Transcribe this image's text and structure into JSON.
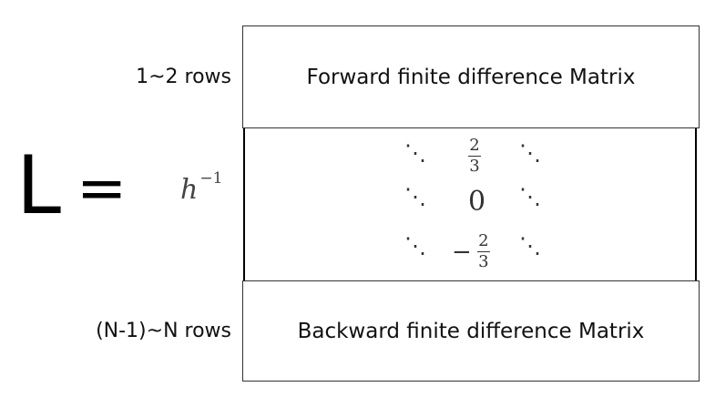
{
  "lhs": {
    "symbol": "L",
    "equals": "="
  },
  "factor": {
    "base": "h",
    "exponent": "−1"
  },
  "rows": {
    "top_label": "1~2 rows",
    "bottom_label": "(N-1)~N rows"
  },
  "boxes": {
    "forward_title": "Forward finite difference Matrix",
    "backward_title": "Backward finite difference Matrix"
  },
  "matrix": {
    "ddots": "⋱",
    "row1": {
      "numerator": "2",
      "denominator": "3"
    },
    "row2": {
      "value": "0"
    },
    "row3": {
      "sign": "−",
      "numerator": "2",
      "denominator": "3"
    }
  }
}
